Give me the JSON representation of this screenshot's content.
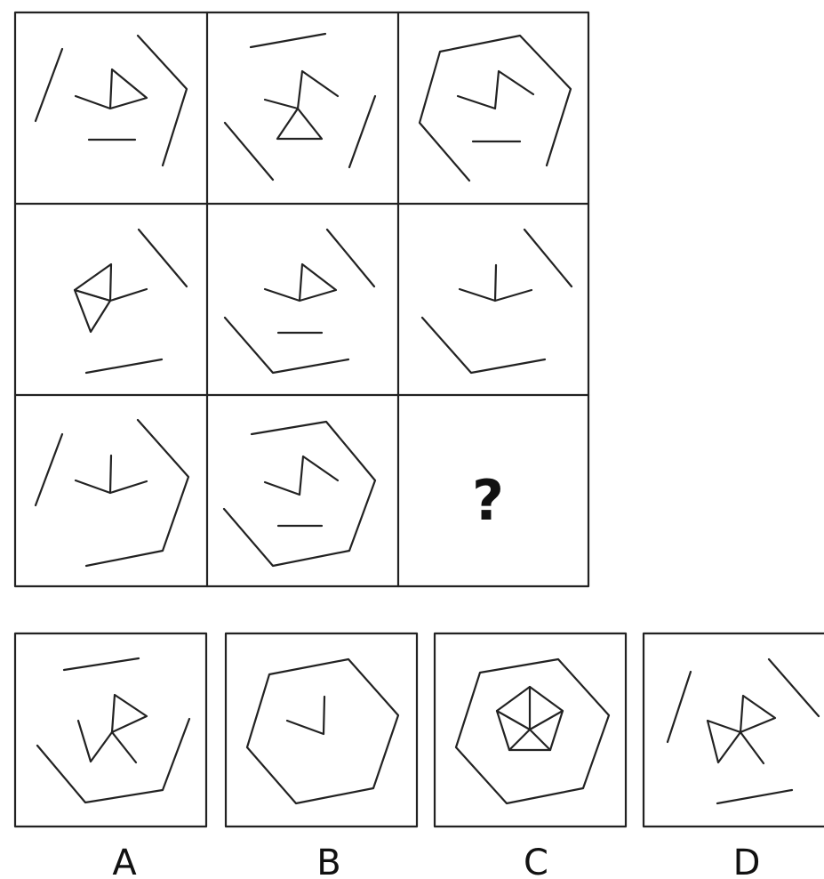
{
  "puzzle": {
    "question_mark": "?",
    "options": [
      "A",
      "B",
      "C",
      "D"
    ]
  }
}
